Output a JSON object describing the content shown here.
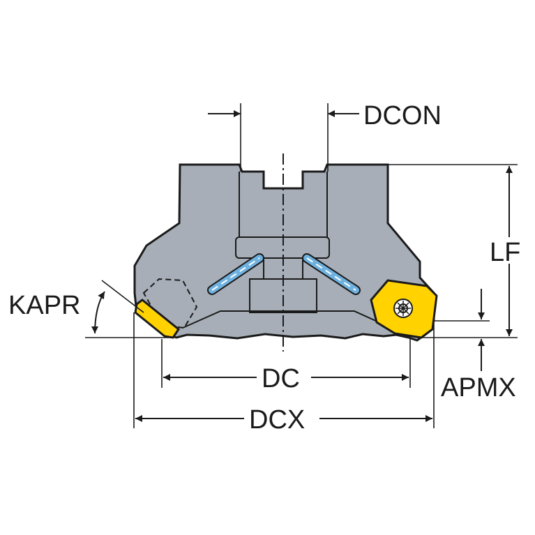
{
  "colors": {
    "body": "#a7aeb7",
    "outline": "#1a1a1a",
    "insert": "#ffd200",
    "coolant": "#6fb2e0",
    "background": "#ffffff"
  },
  "labels": {
    "dcon": "DCON",
    "lf": "LF",
    "kapr": "KAPR",
    "apmx": "APMX",
    "dc": "DC",
    "dcx": "DCX"
  },
  "icons": {
    "insert_screw": "torx-screw-icon"
  }
}
